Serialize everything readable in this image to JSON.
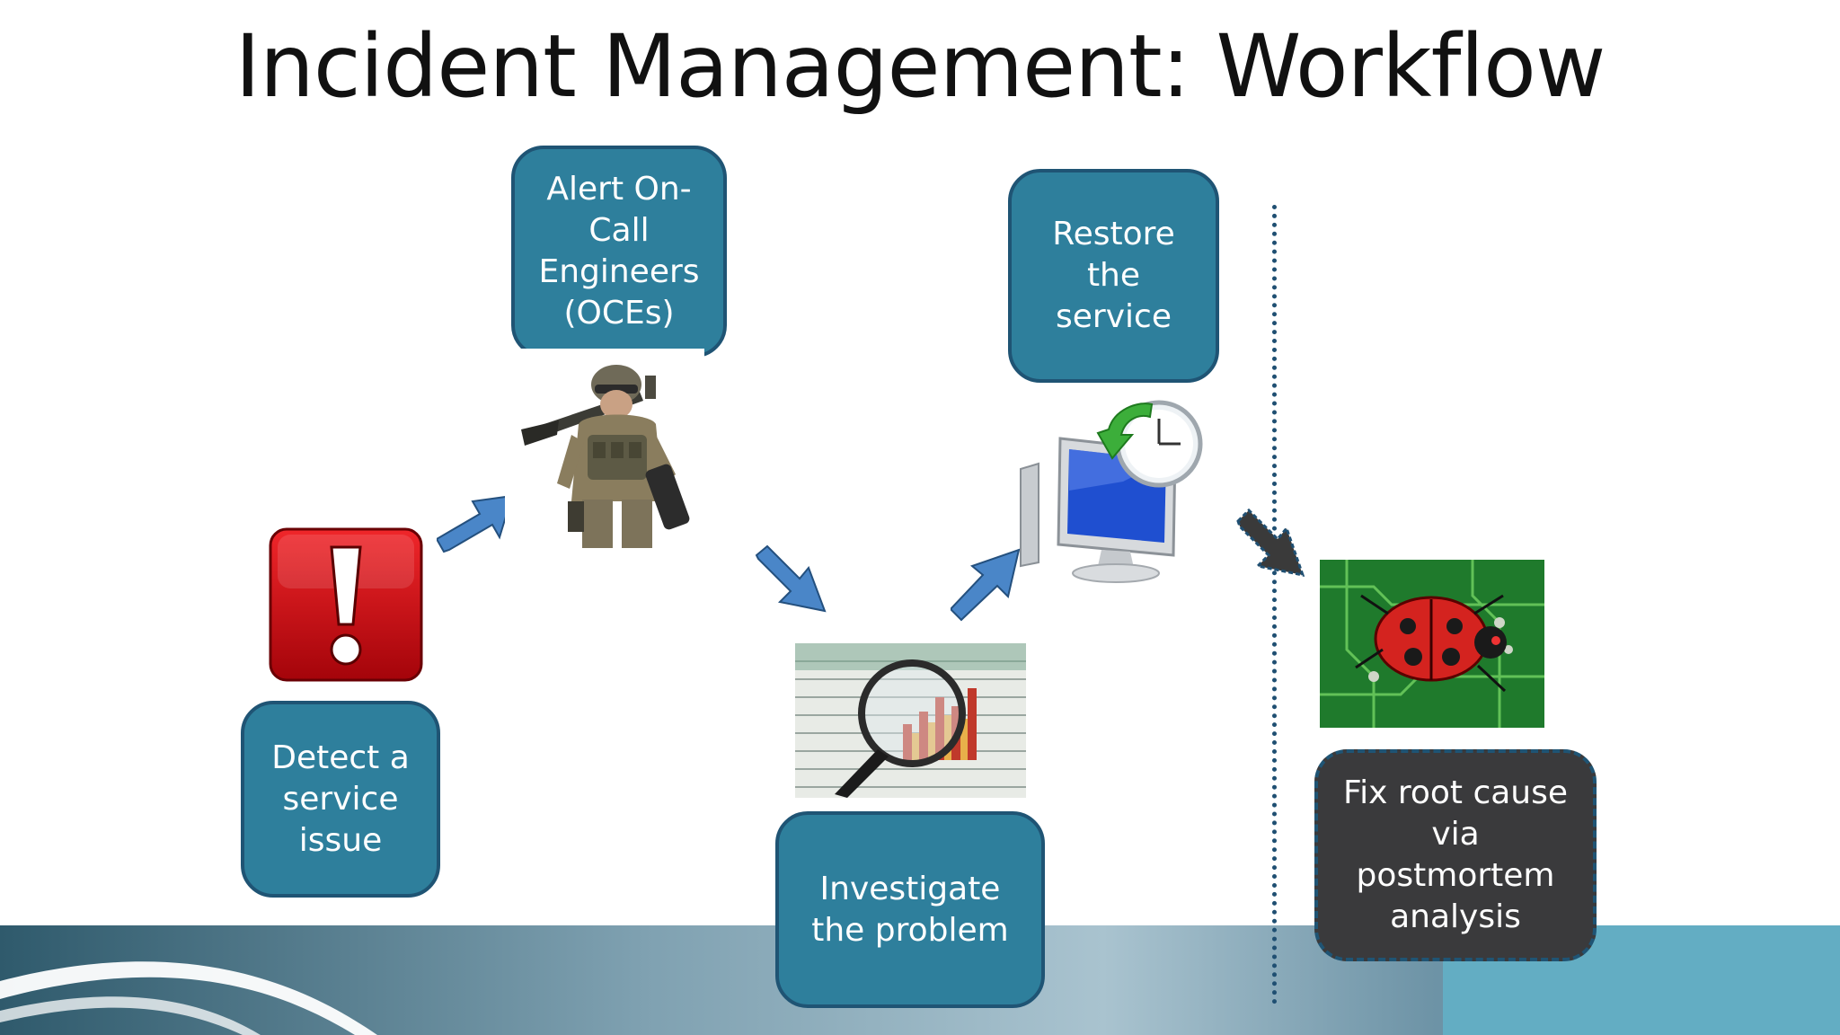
{
  "slide": {
    "title": "Incident Management: Workflow"
  },
  "steps": [
    {
      "id": "detect",
      "label": "Detect a\nservice\nissue"
    },
    {
      "id": "alert",
      "label": "Alert On-\nCall\nEngineers\n(OCEs)"
    },
    {
      "id": "investigate",
      "label": "Investigate\nthe problem"
    },
    {
      "id": "restore",
      "label": "Restore\nthe\nservice"
    },
    {
      "id": "fix",
      "label": "Fix root cause\nvia\npostmortem\nanalysis"
    }
  ],
  "images": [
    {
      "for": "detect",
      "icon": "exclamation-warning-icon"
    },
    {
      "for": "alert",
      "icon": "soldier-photo"
    },
    {
      "for": "investigate",
      "icon": "magnifying-glass-chart-photo"
    },
    {
      "for": "restore",
      "icon": "computer-restore-clock-icon"
    },
    {
      "for": "fix",
      "icon": "ladybug-circuit-board-photo"
    }
  ],
  "colors": {
    "step_fill": "#2e7f9c",
    "step_border": "#1f5474",
    "fix_fill": "#3a3a3c",
    "arrow_blue": "#4a86c8",
    "arrow_dark": "#3a3a3a",
    "divider": "#1f4f72"
  }
}
